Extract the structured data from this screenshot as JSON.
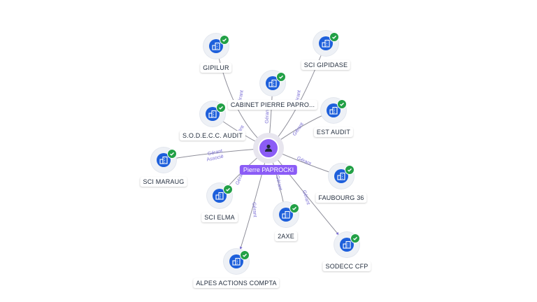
{
  "center": {
    "name": "Pierre PAPROCKI",
    "icon": "person-icon",
    "color": "#8b5cf6"
  },
  "nodes": [
    {
      "id": "gipilur",
      "label": "GIPILUR",
      "icon": "building-icon",
      "verified": true
    },
    {
      "id": "sci-gipidase",
      "label": "SCI GIPIDASE",
      "icon": "building-icon",
      "verified": true
    },
    {
      "id": "cabinet-pierre-paprocki",
      "label": "CABINET PIERRE PAPRO...",
      "icon": "building-icon",
      "verified": true
    },
    {
      "id": "sodecc-audit",
      "label": "S.O.D.E.C.C. AUDIT",
      "icon": "building-icon",
      "verified": true
    },
    {
      "id": "est-audit",
      "label": "EST AUDIT",
      "icon": "building-icon",
      "verified": true
    },
    {
      "id": "sci-maraug",
      "label": "SCI MARAUG",
      "icon": "building-icon",
      "verified": true
    },
    {
      "id": "faubourg-36",
      "label": "FAUBOURG 36",
      "icon": "building-icon",
      "verified": true
    },
    {
      "id": "sci-elma",
      "label": "SCI ELMA",
      "icon": "building-icon",
      "verified": true
    },
    {
      "id": "2axe",
      "label": "2AXE",
      "icon": "building-icon",
      "verified": true
    },
    {
      "id": "sodecc-cfp",
      "label": "SODECC CFP",
      "icon": "building-icon",
      "verified": true
    },
    {
      "id": "alpes-actions-compta",
      "label": "ALPES ACTIONS COMPTA",
      "icon": "building-icon",
      "verified": true
    }
  ],
  "edges": [
    {
      "to": "gipilur",
      "roles": [
        "Gérant"
      ]
    },
    {
      "to": "sci-gipidase",
      "roles": [
        "Gérant"
      ]
    },
    {
      "to": "cabinet-pierre-paprocki",
      "roles": [
        "Gérant"
      ]
    },
    {
      "to": "sodecc-audit",
      "roles": [
        "Gérant"
      ]
    },
    {
      "to": "est-audit",
      "roles": [
        "Gérant"
      ]
    },
    {
      "to": "sci-maraug",
      "roles": [
        "Gérant",
        "Associé"
      ]
    },
    {
      "to": "faubourg-36",
      "roles": [
        "Gérant"
      ]
    },
    {
      "to": "sci-elma",
      "roles": [
        "Gérant"
      ]
    },
    {
      "to": "2axe",
      "roles": [
        "Gérant"
      ]
    },
    {
      "to": "sodecc-cfp",
      "roles": [
        "Gérant"
      ]
    },
    {
      "to": "alpes-actions-compta",
      "roles": [
        "Gérant"
      ]
    }
  ],
  "colors": {
    "accent": "#8b5cf6",
    "company_icon": "#1d5fdb",
    "verified_badge": "#22a046",
    "edge_label": "#7b6fd6"
  }
}
